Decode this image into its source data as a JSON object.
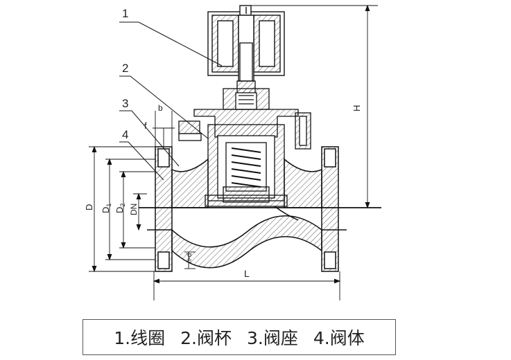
{
  "callouts": [
    "1",
    "2",
    "3",
    "4"
  ],
  "dimension_labels": {
    "H": "H",
    "D": "D",
    "D1": "D",
    "D1_sub": "1",
    "D2": "D",
    "D2_sub": "2",
    "DN": "DN",
    "L": "L",
    "b": "b",
    "f": "f",
    "nd": "n-d"
  },
  "legend": [
    "1.线圈",
    "2.阀杯",
    "3.阀座",
    "4.阀体"
  ]
}
